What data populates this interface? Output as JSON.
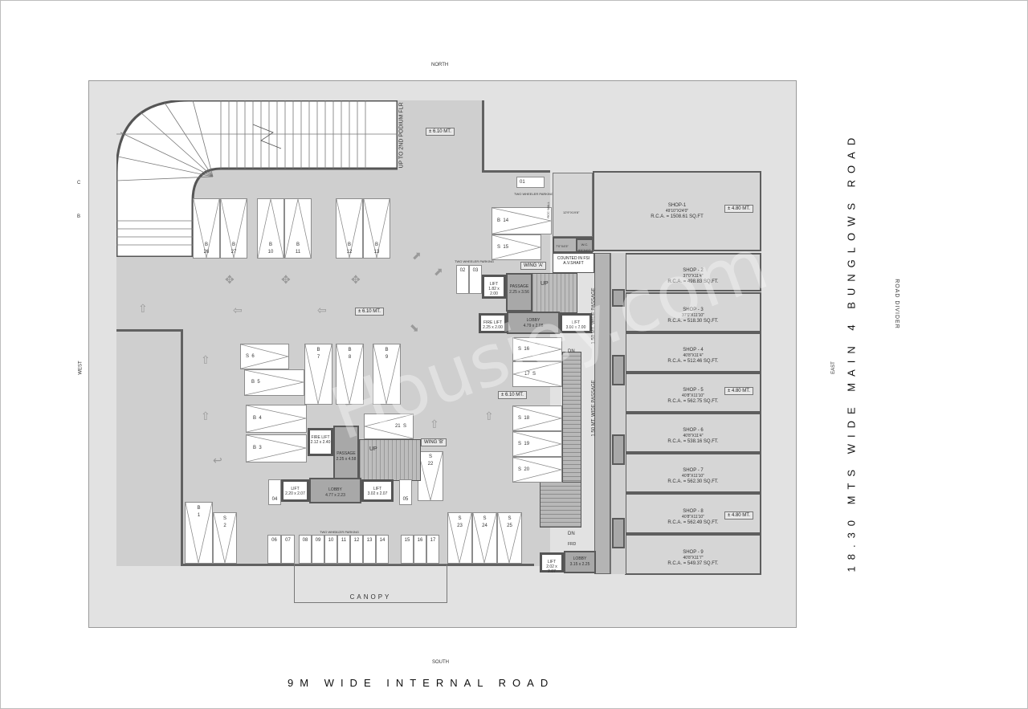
{
  "compass": {
    "north": "NORTH",
    "south": "SOUTH",
    "east": "EAST",
    "west": "WEST",
    "c": "C",
    "b": "B"
  },
  "roads": {
    "south": "9M WIDE INTERNAL ROAD",
    "east": "18.30 MTS WIDE MAIN 4 BUNGLOWS ROAD",
    "divider": "ROAD DIVIDER"
  },
  "ramp": {
    "label": "UP TO 2ND PODIUM FLR"
  },
  "levels": {
    "parking": "± 6.10 MT.",
    "shops": "± 4.80 MT."
  },
  "wings": {
    "a": "WING 'A'",
    "b": "WING 'B'"
  },
  "canopy": "CANOPY",
  "two_wheeler_label": "TWO WHEELER PARKING",
  "shops": [
    {
      "name": "SHOP-1",
      "size": "49'10\"X24'0\"",
      "rca": "R.C.A. = 1508.61 SQ.FT"
    },
    {
      "name": "SHOP - 2",
      "size": "37'0\"X11'4\"",
      "rca": "R.C.A. = 498.83 SQ.FT."
    },
    {
      "name": "SHOP - 3",
      "size": "37'0\"X11'10\"",
      "rca": "R.C.A. = 518.30 SQ.FT."
    },
    {
      "name": "SHOP - 4",
      "size": "40'8\"X11'4\"",
      "rca": "R.C.A. = 512.46 SQ.FT."
    },
    {
      "name": "SHOP - 5",
      "size": "40'8\"X11'10\"",
      "rca": "R.C.A. = 562.75 SQ.FT."
    },
    {
      "name": "SHOP - 6",
      "size": "40'8\"X11'4\"",
      "rca": "R.C.A. = 538.16 SQ.FT."
    },
    {
      "name": "SHOP - 7",
      "size": "40'8\"X11'10\"",
      "rca": "R.C.A. = 562.30 SQ.FT."
    },
    {
      "name": "SHOP - 8",
      "size": "40'8\"X11'10\"",
      "rca": "R.C.A. = 562.49 SQ.FT."
    },
    {
      "name": "SHOP - 9",
      "size": "40'8\"X11'7\"",
      "rca": "R.C.A. = 549.37 SQ.FT."
    }
  ],
  "wing_a": {
    "lift_small": "LIFT\n1.82 x 2.00",
    "passage": "PASSAGE\n2.25 x 3.56",
    "fire_lift": "FIRE LIFT\n2.25 x 2.00",
    "lobby": "LOBBY\n4.79 x 2.08",
    "lift": "LIFT\n3.00 x 2.00",
    "shaft": "COUNTED IN FSI\nA.V.SHAFT",
    "wc": "W.C.\n5'0\"X4'0\"",
    "room_a": "7'0\"X4'5\"",
    "room_b": "12'9\"X19'8\"",
    "rcc_wall": "RCC WALL",
    "up": "UP",
    "ed": "ED"
  },
  "wing_b": {
    "fire_lift": "FIRE LIFT\n2.12 x 2.40",
    "passage": "PASSAGE\n2.25 x 4.58",
    "lift_left": "LIFT\n2.20 x 2.07",
    "lobby": "LOBBY\n4.77 x 2.23",
    "lift_right": "LIFT\n3.02 x 2.07",
    "up": "UP"
  },
  "east_core": {
    "passage": "1.50 MT. WIDE PASSAGE",
    "rcc_wall": "RCC WALL",
    "dn": "DN",
    "frd": "FRD",
    "lift": "LIFT\n2.02 x 2.07",
    "lobby": "LOBBY\n3.15 x 2.25",
    "emergency": "EMERGENCY EXIT FOR OFC"
  },
  "parking": {
    "north_row": [
      {
        "t": "B",
        "n": "26"
      },
      {
        "t": "B",
        "n": "27"
      },
      {
        "t": "B",
        "n": "10"
      },
      {
        "t": "B",
        "n": "11"
      },
      {
        "t": "B",
        "n": "12"
      },
      {
        "t": "B",
        "n": "13"
      }
    ],
    "wing_a_bays": [
      {
        "t": "B",
        "n": "14"
      },
      {
        "t": "S",
        "n": "15"
      }
    ],
    "center_left": [
      {
        "t": "S",
        "n": "6"
      },
      {
        "t": "B",
        "n": "5"
      },
      {
        "t": "B",
        "n": "4"
      },
      {
        "t": "B",
        "n": "3"
      }
    ],
    "center_top": [
      {
        "t": "B",
        "n": "7"
      },
      {
        "t": "B",
        "n": "8"
      },
      {
        "t": "B",
        "n": "9"
      }
    ],
    "bay_21": {
      "t": "S",
      "n": "21"
    },
    "bay_22": {
      "t": "S",
      "n": "22"
    },
    "east_col": [
      {
        "t": "S",
        "n": "16"
      },
      {
        "t": "S",
        "n": "17"
      },
      {
        "t": "S",
        "n": "18"
      },
      {
        "t": "S",
        "n": "19"
      },
      {
        "t": "S",
        "n": "20"
      }
    ],
    "south_left": [
      {
        "t": "B",
        "n": "1"
      },
      {
        "t": "S",
        "n": "2"
      }
    ],
    "south_right": [
      {
        "t": "S",
        "n": "23"
      },
      {
        "t": "S",
        "n": "24"
      },
      {
        "t": "S",
        "n": "25"
      }
    ],
    "two_wheeler": [
      "01",
      "02",
      "03",
      "04",
      "05",
      "06",
      "07",
      "08",
      "09",
      "10",
      "11",
      "12",
      "13",
      "14",
      "15",
      "16",
      "17"
    ]
  },
  "watermark": "Housiey.com"
}
